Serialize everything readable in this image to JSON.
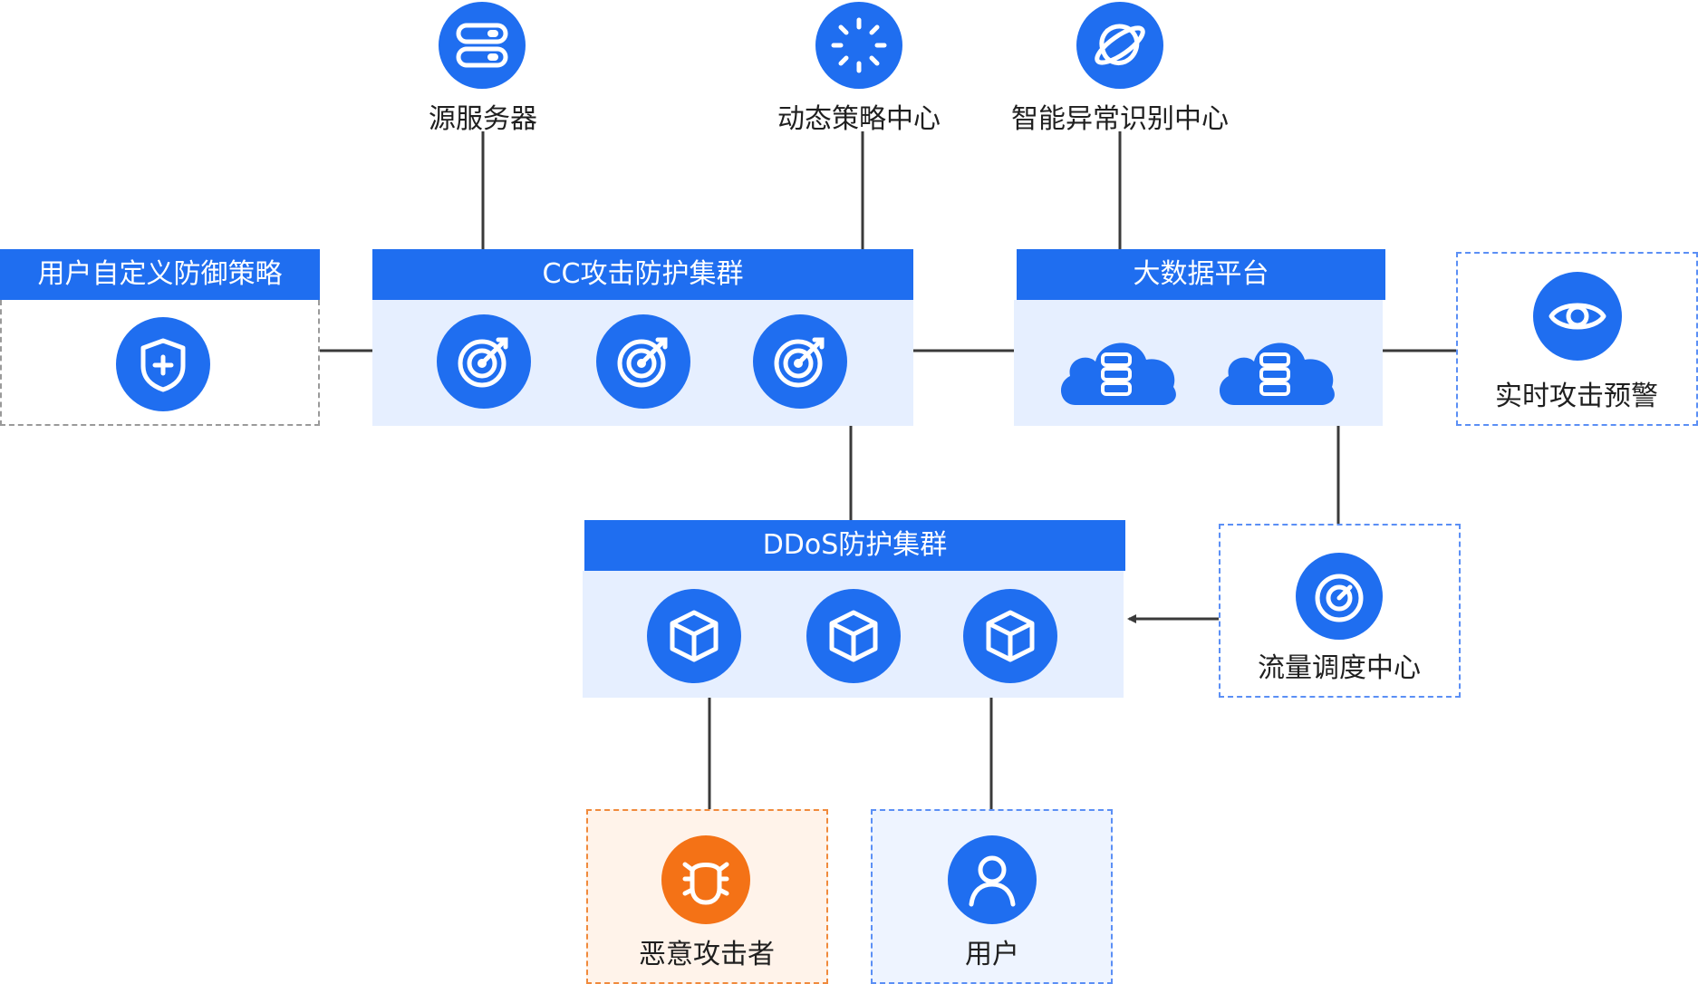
{
  "top_nodes": [
    {
      "label": "源服务器",
      "icon": "server-icon"
    },
    {
      "label": "动态策略中心",
      "icon": "loading-ring-icon"
    },
    {
      "label": "智能异常识别中心",
      "icon": "ai-planet-icon"
    }
  ],
  "clusters": {
    "custom_policy": {
      "title": "用户自定义防御策略",
      "icon": "shield-plus-icon"
    },
    "cc": {
      "title": "CC攻击防护集群",
      "icon": "target-arrow-icon"
    },
    "bigdata": {
      "title": "大数据平台",
      "icon": "cloud-database-icon"
    },
    "ddos": {
      "title": "DDoS防护集群",
      "icon": "cube-icon"
    }
  },
  "alert": {
    "label": "实时攻击预警",
    "icon": "eye-icon"
  },
  "scheduler": {
    "label": "流量调度中心",
    "icon": "speedometer-icon"
  },
  "attacker": {
    "label": "恶意攻击者",
    "icon": "bug-icon"
  },
  "user": {
    "label": "用户",
    "icon": "user-icon"
  },
  "colors": {
    "primary": "#1f6ef0",
    "panel": "#e6efff",
    "attacker": "#f47216",
    "attacker_panel": "#fff3ea",
    "user_panel": "#eef4ff",
    "line": "#3a3a3a"
  }
}
